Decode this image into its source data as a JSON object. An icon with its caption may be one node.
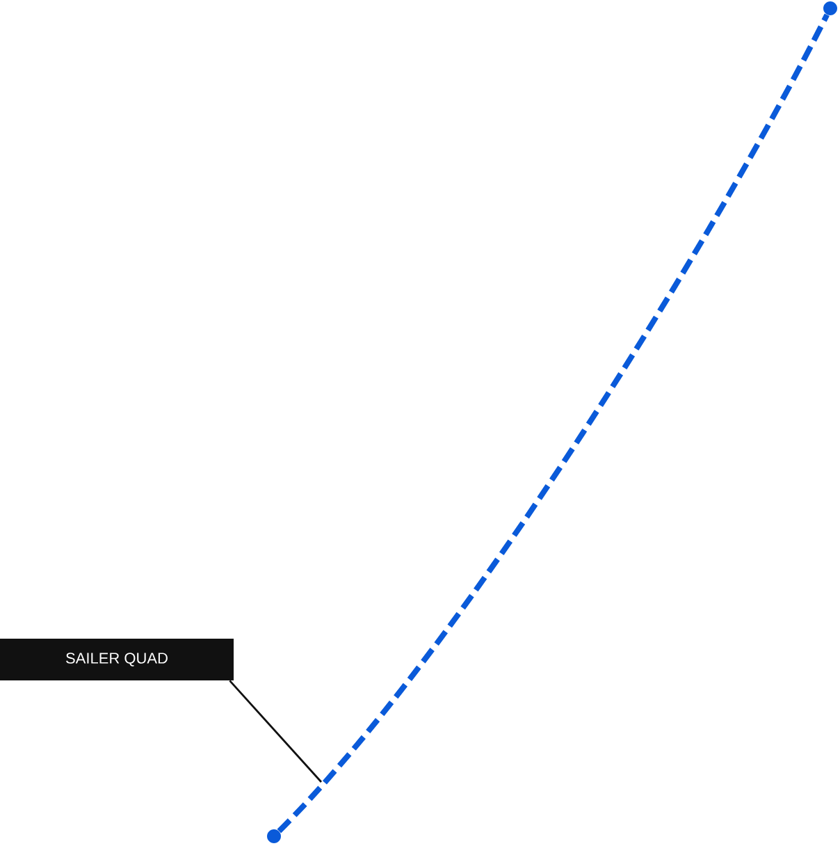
{
  "diagram": {
    "nodes": [
      {
        "text": [
          "SAILER QUAD"
        ]
      },
      {
        "text": [],
        "shape": "circle"
      },
      {
        "text": [],
        "shape": "circle"
      }
    ],
    "edges": [
      {
        "from": 1,
        "to": 2,
        "arrow": "none",
        "style": "dashed",
        "color": "#0a5ad9"
      },
      {
        "from": 0,
        "to": null,
        "arrow": "none",
        "color": "#111111"
      }
    ]
  }
}
